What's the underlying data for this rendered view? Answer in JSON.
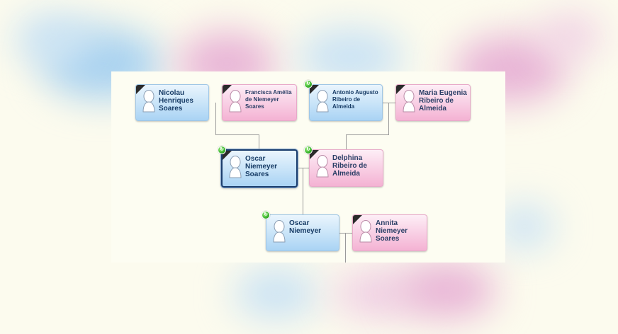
{
  "tree": {
    "people": {
      "nicolau": {
        "name": "Nicolau Henriques Soares",
        "gender": "male"
      },
      "francisca": {
        "name": "Francisca Amélia de Niemeyer Soares",
        "gender": "female"
      },
      "antonio": {
        "name": "Antonio Augusto Ribeiro de Almeida",
        "gender": "male"
      },
      "maria": {
        "name": "Maria Eugenia Ribeiro de Almeida",
        "gender": "female"
      },
      "oscar_ns": {
        "name": "Oscar Niemeyer Soares",
        "gender": "male"
      },
      "delphina": {
        "name": "Delphina Ribeiro de Almeida",
        "gender": "female"
      },
      "oscar": {
        "name": "Oscar Niemeyer",
        "gender": "male"
      },
      "annita": {
        "name": "Annita Niemeyer Soares",
        "gender": "female"
      }
    },
    "colors": {
      "male": "#a9d3f4",
      "female": "#f4b2d3",
      "selected_border": "#1d3f6e",
      "badge": "#37b12a"
    }
  }
}
